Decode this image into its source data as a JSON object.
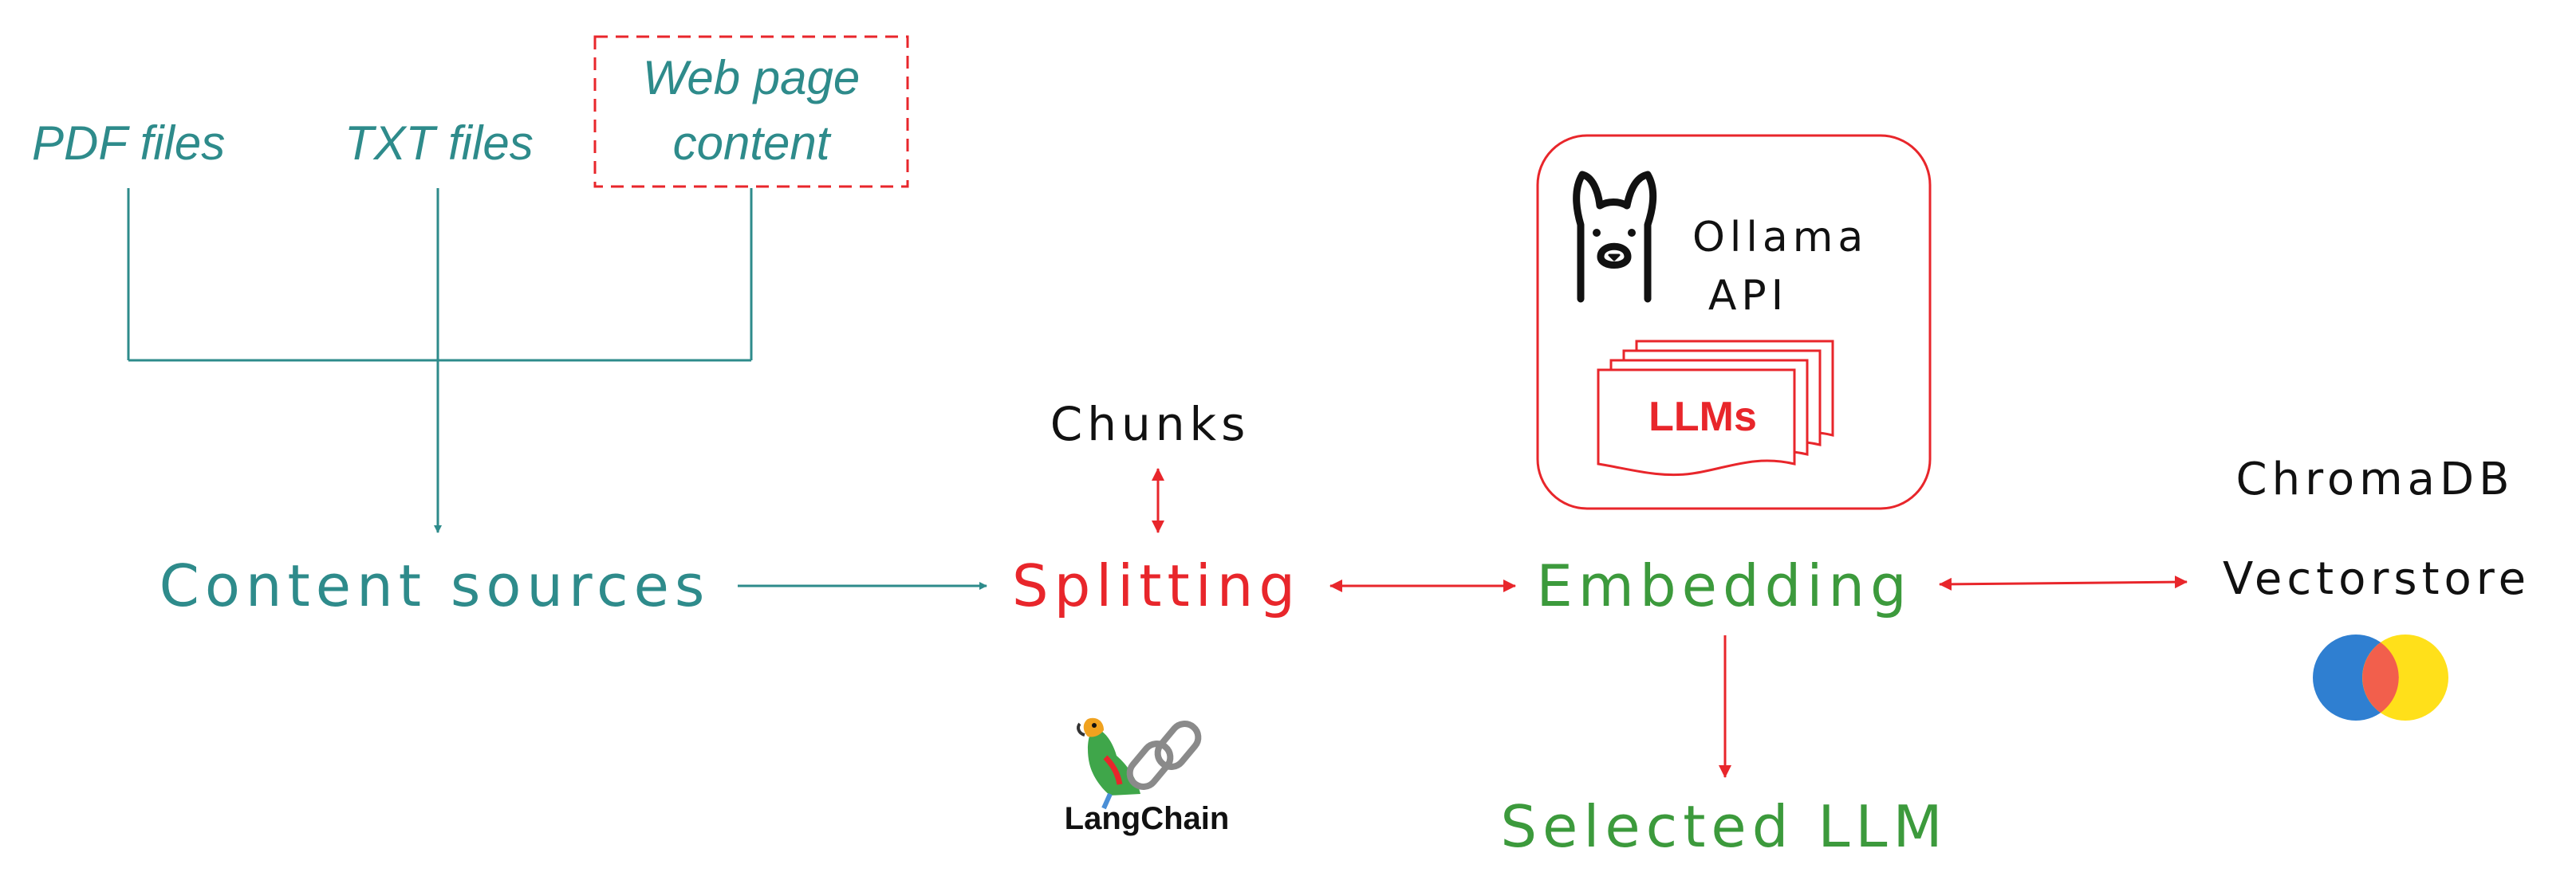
{
  "sources": {
    "pdf": "PDF files",
    "txt": "TXT files",
    "web_line1": "Web page",
    "web_line2": "content"
  },
  "stages": {
    "content_sources": "Content sources",
    "splitting": "Splitting",
    "chunks": "Chunks",
    "embedding": "Embedding",
    "selected_llm": "Selected LLM"
  },
  "ollama": {
    "name_line1": "Ollama",
    "name_line2": "API",
    "llms": "LLMs"
  },
  "langchain": {
    "label": "LangChain"
  },
  "store": {
    "line1": "ChromaDB",
    "line2": "Vectorstore"
  },
  "colors": {
    "teal": "#2e8b8b",
    "red": "#e8262b",
    "green": "#3c9a3c",
    "chroma_blue": "#2f7fd1",
    "chroma_red": "#f25f4c",
    "chroma_yellow": "#ffe01a"
  },
  "icons": [
    "llama-icon",
    "parrot-icon",
    "chain-link-icon",
    "chromadb-logo-icon"
  ]
}
